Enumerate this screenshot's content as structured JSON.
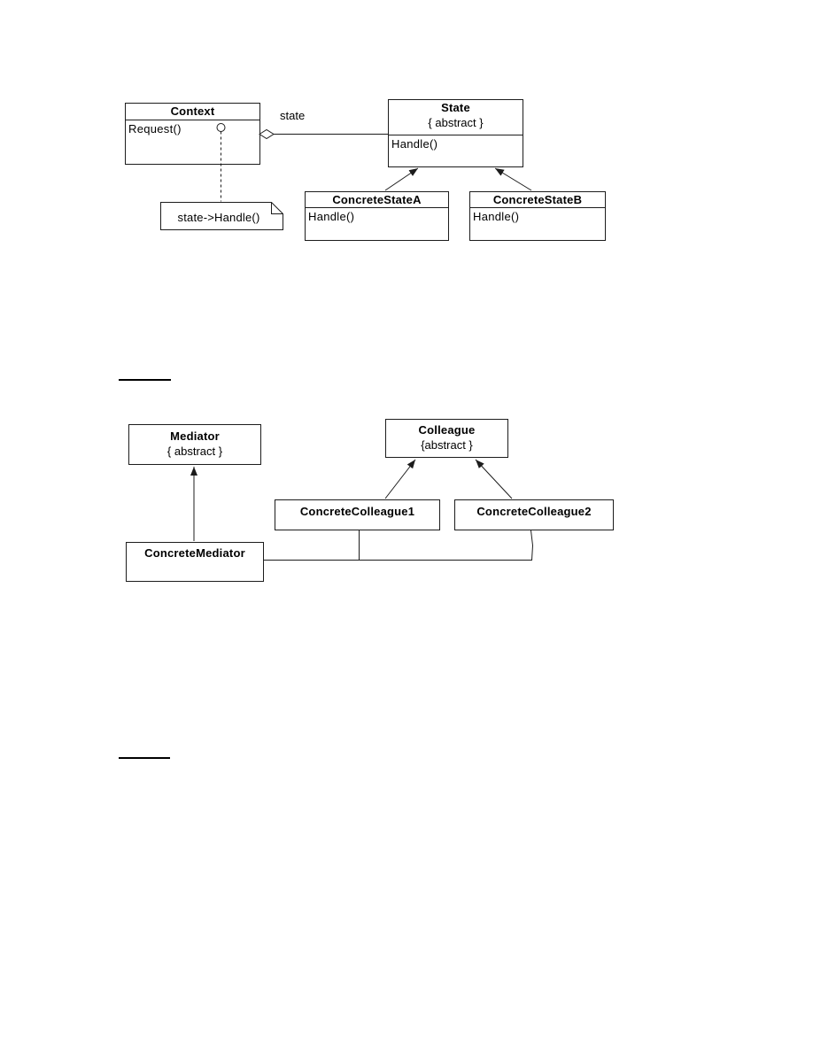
{
  "page": {
    "background": "#ffffff"
  },
  "colors": {
    "line": "#1c1c1c",
    "box_fill": "#ffffff",
    "text": "#000000"
  },
  "state_diagram": {
    "context": {
      "title": "Context",
      "method": "Request()"
    },
    "state": {
      "title": "State",
      "stereotype": "{ abstract }",
      "method": "Handle()"
    },
    "concrete_state_a": {
      "title": "ConcreteStateA",
      "method": "Handle()"
    },
    "concrete_state_b": {
      "title": "ConcreteStateB",
      "method": "Handle()"
    },
    "association_label": "state",
    "note_text": "state->Handle()",
    "relationships": [
      "Context o— state —> State (aggregation, labeled 'state')",
      "ConcreteStateA —|> State (generalization)",
      "ConcreteStateB —|> State (generalization)",
      "Context.Request() ..> note 'state->Handle()'"
    ]
  },
  "mediator_diagram": {
    "mediator": {
      "title": "Mediator",
      "stereotype": "{ abstract }"
    },
    "colleague": {
      "title": "Colleague",
      "stereotype": "{abstract }"
    },
    "concrete_colleague_1": {
      "title": "ConcreteColleague1"
    },
    "concrete_colleague_2": {
      "title": "ConcreteColleague2"
    },
    "concrete_mediator": {
      "title": "ConcreteMediator"
    },
    "relationships": [
      "ConcreteMediator —|> Mediator (generalization)",
      "ConcreteColleague1 —|> Colleague (generalization)",
      "ConcreteColleague2 —|> Colleague (generalization)",
      "ConcreteMediator — ConcreteColleague1 — ConcreteColleague2 (association lines)"
    ]
  }
}
